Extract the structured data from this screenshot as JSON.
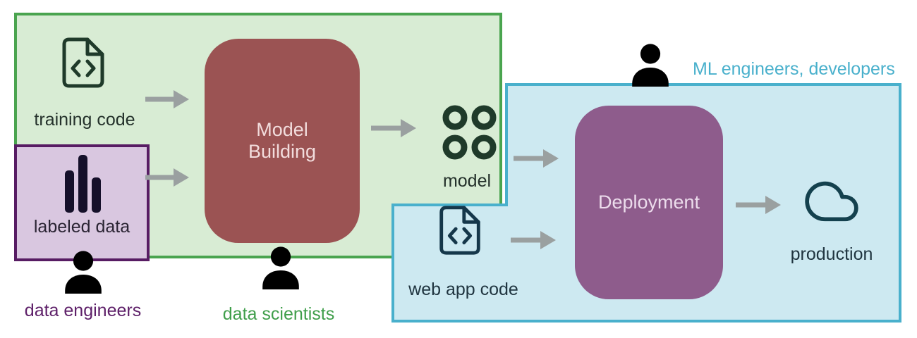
{
  "diagram": {
    "regions": {
      "data_engineers": {
        "label": "data engineers",
        "fill": "#d9c7e0",
        "border_color": "#571c63",
        "persona_icon": "person-icon"
      },
      "data_scientists": {
        "label": "data scientists",
        "fill": "#d8ecd4",
        "border_color": "#4aa44f",
        "persona_icon": "person-icon"
      },
      "ml_engineers": {
        "label": "ML engineers, developers",
        "fill": "#cde9f1",
        "border_color": "#49b0cc",
        "persona_icon": "person-icon"
      }
    },
    "nodes": {
      "training_code": {
        "label": "training code",
        "icon": "code-file-icon"
      },
      "labeled_data": {
        "label": "labeled data",
        "icon": "bar-chart-icon"
      },
      "model_building": {
        "label": "Model Building",
        "fill": "#9b5353",
        "text_color": "#f2dcdc"
      },
      "model": {
        "label": "model",
        "icon": "model-circles-icon"
      },
      "web_app_code": {
        "label": "web app code",
        "icon": "code-file-icon"
      },
      "deployment": {
        "label": "Deployment",
        "fill": "#8e5c8c",
        "text_color": "#ecdcec"
      },
      "production": {
        "label": "production",
        "icon": "cloud-icon"
      }
    },
    "arrow_color": "#9aa0a0"
  }
}
